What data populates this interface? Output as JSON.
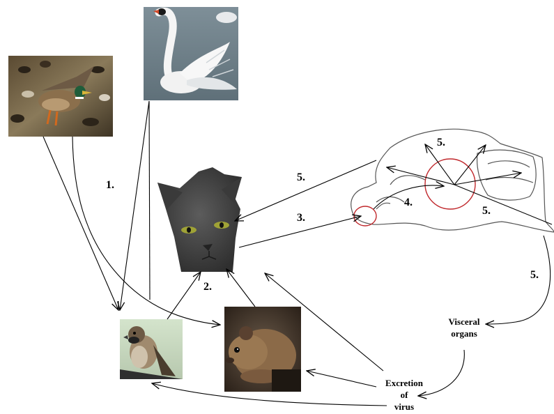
{
  "step_labels": {
    "s1": "1.",
    "s2": "2.",
    "s3": "3.",
    "s4": "4.",
    "s5": "5."
  },
  "text_labels": {
    "visceral_line1": "Visceral",
    "visceral_line2": "organs",
    "excretion_line1": "Excretion",
    "excretion_line2": "of",
    "excretion_line3": "virus"
  },
  "pictures": {
    "duck": "mallard-duck-photo",
    "swan": "swan-photo",
    "cat": "grey-cat-photo",
    "sparrow": "sparrow-photo",
    "vole": "vole-photo",
    "brain": "brain-outline-drawing"
  },
  "colors": {
    "arrow": "#000000",
    "highlight_circle": "#c0282c",
    "brain_outline": "#555555"
  }
}
